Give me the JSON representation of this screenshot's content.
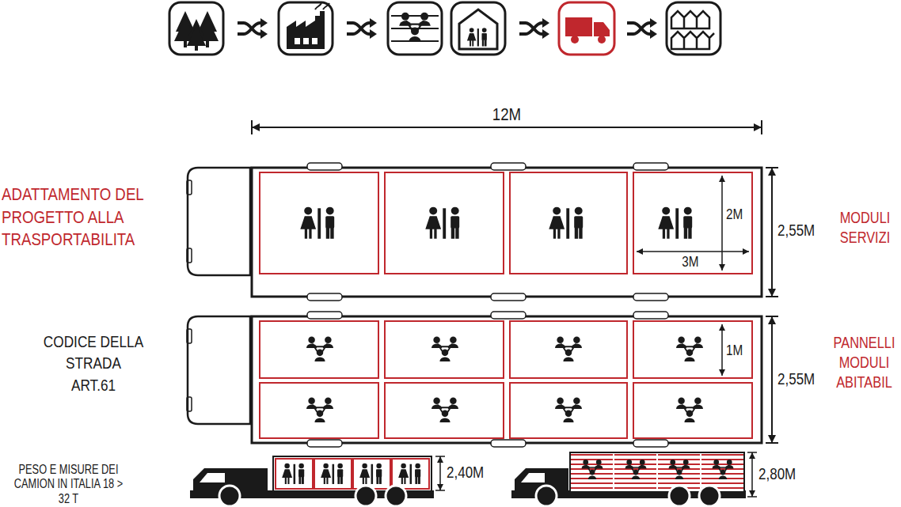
{
  "diagram": {
    "labels": [
      "12M",
      "ADATTAMENTO DEL PROGETTO ALLA TRASPORTABILITA",
      "2M",
      "3M",
      "2,55M",
      "MODULI SERVIZI",
      "CODICE DELLA STRADA ART.61",
      "1M",
      "2,55M",
      "PANNELLI MODULI ABITABIL",
      "PESO E MISURE DEI CAMION IN ITALIA 18 > 32 T",
      "2,40M",
      "2,80M"
    ]
  }
}
